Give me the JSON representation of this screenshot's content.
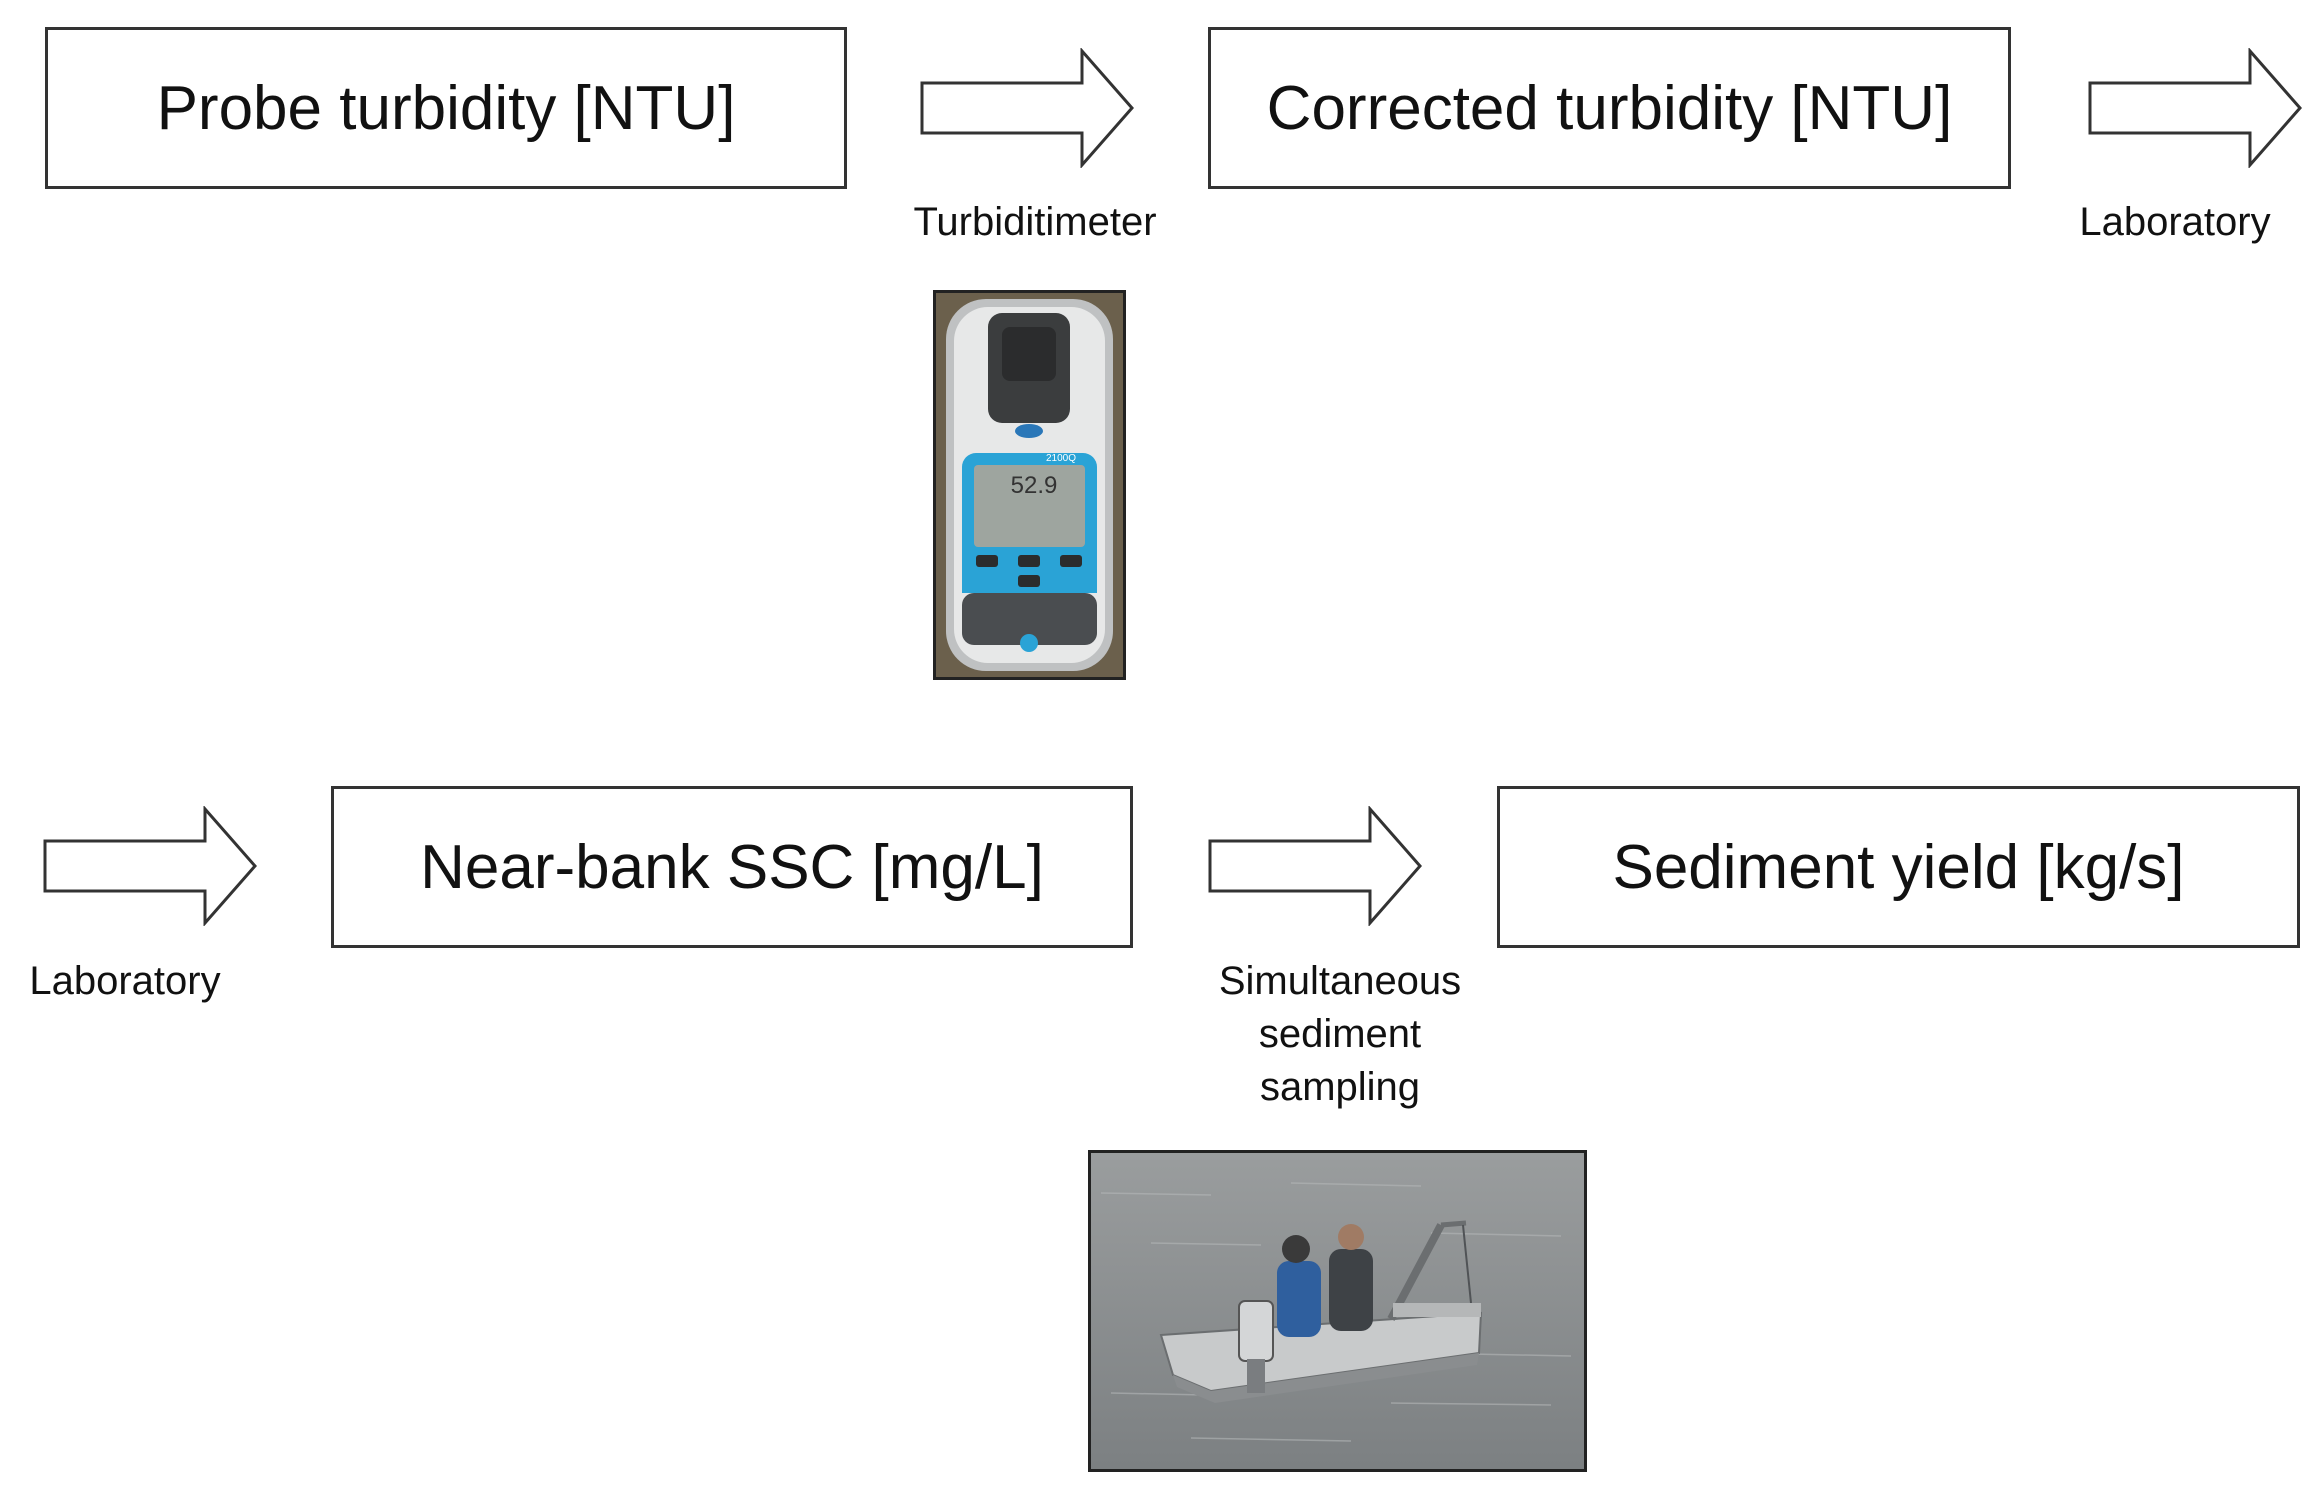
{
  "boxes": {
    "probe": "Probe turbidity [NTU]",
    "corrected": "Corrected turbidity [NTU]",
    "ssc": "Near-bank SSC [mg/L]",
    "yield": "Sediment yield [kg/s]"
  },
  "labels": {
    "turbiditimeter": "Turbiditimeter",
    "laboratory_top": "Laboratory",
    "laboratory_bottom": "Laboratory",
    "sampling_line1": "Simultaneous",
    "sampling_line2": "sediment",
    "sampling_line3": "sampling"
  },
  "device": {
    "display_reading": "52.9",
    "model": "2100Q"
  },
  "colors": {
    "device_accent": "#2aa3d6",
    "water": "#8a8e90",
    "box_border": "#333333"
  }
}
